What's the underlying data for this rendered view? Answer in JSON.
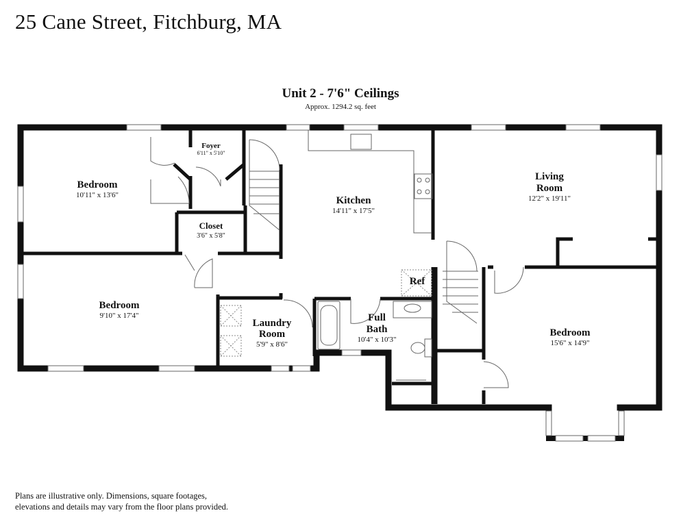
{
  "header": {
    "address": "25 Cane Street, Fitchburg, MA",
    "unit_title": "Unit 2 - 7'6\" Ceilings",
    "area": "Approx. 1294.2 sq. feet"
  },
  "rooms": {
    "bedroom_nw": {
      "name": "Bedroom",
      "dims": "10'11\" x 13'6\""
    },
    "foyer": {
      "name": "Foyer",
      "dims": "6'11\" x 5'10\""
    },
    "closet": {
      "name": "Closet",
      "dims": "3'6\" x 5'8\""
    },
    "kitchen": {
      "name": "Kitchen",
      "dims": "14'11\" x 17'5\""
    },
    "living": {
      "name_line1": "Living",
      "name_line2": "Room",
      "dims": "12'2\" x 19'11\""
    },
    "bedroom_sw": {
      "name": "Bedroom",
      "dims": "9'10\" x 17'4\""
    },
    "laundry": {
      "name_line1": "Laundry",
      "name_line2": "Room",
      "dims": "5'9\" x 8'6\""
    },
    "bath": {
      "name_line1": "Full",
      "name_line2": "Bath",
      "dims": "10'4\" x 10'3\""
    },
    "ref": {
      "name": "Ref"
    },
    "bedroom_se": {
      "name": "Bedroom",
      "dims": "15'6\" x 14'9\""
    }
  },
  "footer": {
    "disclaimer_line1": "Plans are illustrative only. Dimensions, square footages,",
    "disclaimer_line2": "elevations and details may vary from the floor plans provided."
  }
}
